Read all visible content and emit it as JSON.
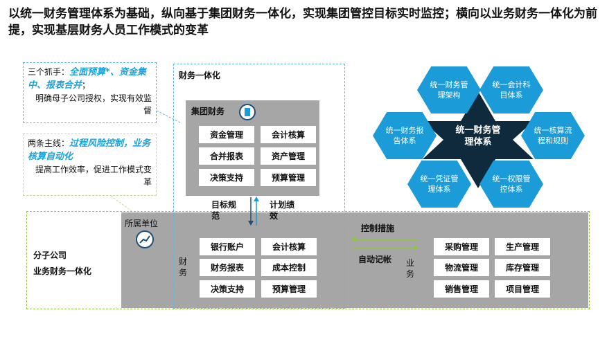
{
  "title": "以统一财务管理体系为基础，纵向基于集团财务一体化，实现集团管控目标实时监控；横向以业务财务一体化为前提，实现基层财务人员工作模式的变革",
  "note1": {
    "prefix": "三个抓手：",
    "highlight": "全面预算*、资金集中、报表合并",
    "suffix": "；",
    "body": "明确母子公司授权，实现有效监督"
  },
  "note2": {
    "prefix": "两条主线：",
    "highlight": "过程风险控制，业务核算自动化",
    "body": "提高工作效率，促进工作模式变革"
  },
  "finance_integration": {
    "label": "财务一体化",
    "group_label": "集团财务",
    "group_items": [
      "资金管理",
      "会计核算",
      "合并报表",
      "资产管理",
      "决策支持",
      "预算管理"
    ],
    "down_label": "目标规范",
    "up_label": "计划绩效"
  },
  "subsidiary": {
    "title": "分子公司",
    "subtitle": "业务财务一体化",
    "unit_label": "所属单位",
    "finance_label": "财务",
    "finance_items": [
      "银行账户",
      "会计核算",
      "财务报表",
      "成本控制",
      "决策支持",
      "预算管理"
    ],
    "control_label": "控制措施",
    "auto_label": "自动记帐",
    "business_label": "业务",
    "business_items": [
      "采购管理",
      "生产管理",
      "物流管理",
      "库存管理",
      "销售管理",
      "项目管理"
    ]
  },
  "hex": {
    "center": "统一财务管理体系",
    "items": [
      "统一财务管理架构",
      "统一会计科目体系",
      "统一财务报告体系",
      "统一核算流程和规则",
      "统一凭证管理体系",
      "统一权限管控体系"
    ]
  },
  "colors": {
    "accent": "#1b9bd7",
    "dark": "#0f2a3d",
    "gray": "#a6a6a6",
    "green": "#8dc63f"
  }
}
